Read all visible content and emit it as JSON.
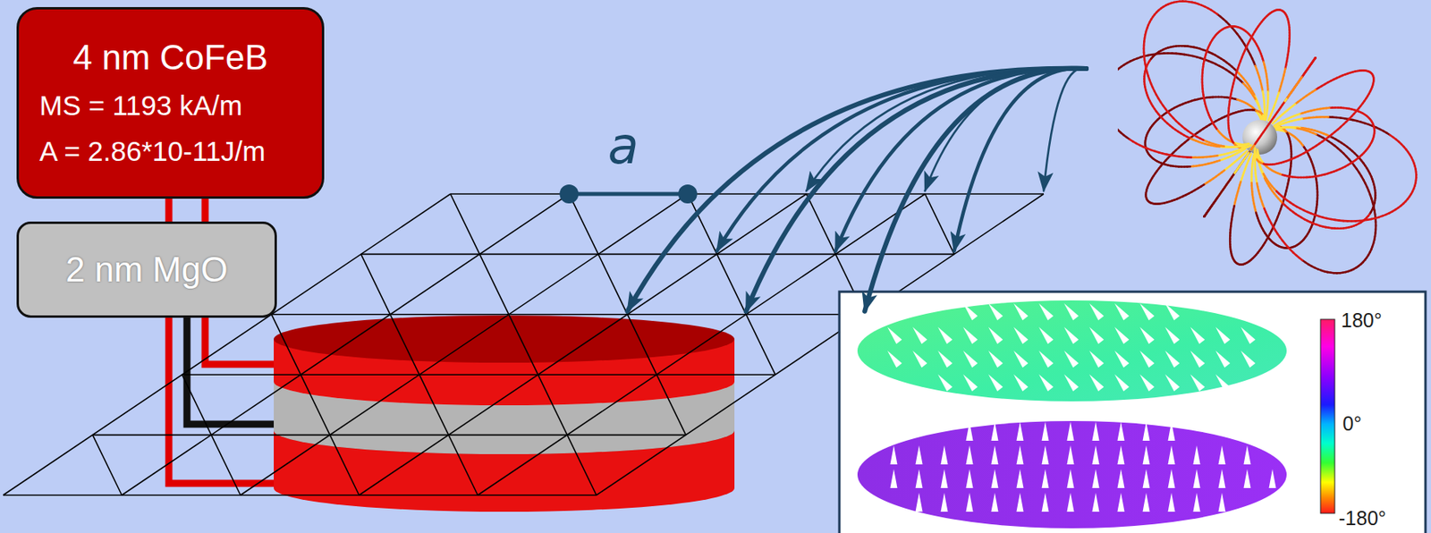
{
  "diagram": {
    "nodes": [
      {
        "text": [
          "4 nm CoFeB",
          "MS = 1193 kA/m",
          "A = 2.86*10-11J/m"
        ]
      },
      {
        "text": [
          "2 nm MgO"
        ]
      }
    ],
    "labels": [
      "a",
      "180°",
      "0°",
      "-180°"
    ]
  }
}
